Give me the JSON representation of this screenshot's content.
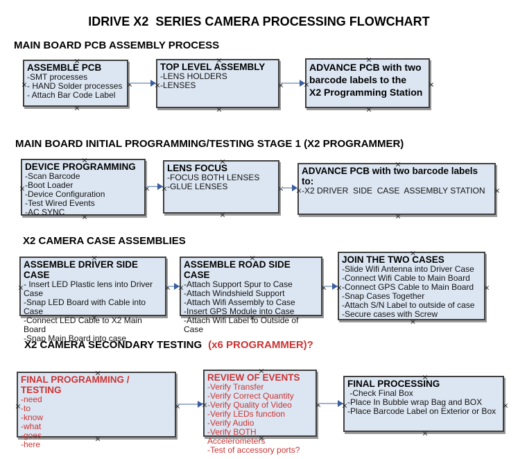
{
  "title": "IDRIVE X2  SERIES CAMERA PROCESSING FLOWCHART",
  "sections": [
    {
      "heading": "MAIN BOARD PCB ASSEMBLY PROCESS"
    },
    {
      "heading": "MAIN BOARD INITIAL PROGRAMMING/TESTING STAGE 1 (X2 PROGRAMMER)"
    },
    {
      "heading": "X2 CAMERA CASE ASSEMBLIES"
    },
    {
      "heading": "X2 CAMERA SECONDARY TESTING",
      "heading_red": "(x6 PROGRAMMER)?"
    }
  ],
  "boxes": {
    "assemble_pcb": {
      "title": "ASSEMBLE PCB",
      "items": [
        "-SMT processes",
        "- HAND Solder processes",
        "- Attach Bar Code Label"
      ]
    },
    "top_level_assembly": {
      "title": "TOP LEVEL ASSEMBLY",
      "items": [
        "-LENS HOLDERS",
        "-LENSES"
      ]
    },
    "advance_pcb_to_programming": {
      "title": "ADVANCE PCB with two\nbarcode labels to the\n X2 Programming Station",
      "items": []
    },
    "device_programming": {
      "title": "DEVICE PROGRAMMING",
      "items": [
        "-Scan Barcode",
        "-Boot Loader",
        "-Device Configuration",
        "-Test Wired Events",
        "-AC SYNC"
      ]
    },
    "lens_focus": {
      "title": "LENS FOCUS",
      "items": [
        "-FOCUS BOTH LENSES",
        "-GLUE LENSES"
      ]
    },
    "advance_pcb_to_case_assembly": {
      "title": "ADVANCE PCB with two barcode labels to:",
      "items": [
        "-X2 DRIVER  SIDE  CASE  ASSEMBLY STATION"
      ]
    },
    "assemble_driver_side_case": {
      "title": "ASSEMBLE DRIVER SIDE CASE",
      "items": [
        "- Insert LED Plastic lens into Driver Case",
        "-Snap LED Board with Cable into Case",
        "-Connect LED Cable to X2 Main Board",
        "-Snap Main Board into case"
      ]
    },
    "assemble_road_side_case": {
      "title": "ASSEMBLE ROAD SIDE CASE",
      "items": [
        "-Attach Support Spur to Case",
        "-Attach Windshield Support",
        "-Attach Wifi Assembly to Case",
        "-Insert GPS Module into Case",
        "-Attach Wifi Label to Outside of Case"
      ]
    },
    "join_the_two_cases": {
      "title": "JOIN THE TWO CASES",
      "items": [
        "-Slide Wifi Antenna into Driver Case",
        "-Connect Wifi Cable to Main Board",
        "-Connect GPS Cable to Main Board",
        "-Snap Cases Together",
        "-Attach S/N Label to outside of case",
        "-Secure cases with Screw"
      ]
    },
    "final_programming_testing": {
      "title": "FINAL PROGRAMMING / TESTING",
      "items": [
        "-need",
        "-to",
        "-know",
        "-what",
        "-goes",
        "-here"
      ]
    },
    "review_of_events": {
      "title": "REVIEW OF EVENTS",
      "items": [
        "-Verify Transfer",
        "-Verify Correct Quantity",
        "-Verify Quality of Video",
        "-Verify LEDs function",
        "-Verify Audio",
        "-Verify BOTH Accelerometers",
        "-Test of accessory ports?"
      ]
    },
    "final_processing": {
      "title": "FINAL PROCESSING",
      "items": [
        " -Check Final Box",
        "-Place In Bubble wrap Bag and BOX",
        "-Place Barcode Label on Exterior or Box"
      ]
    }
  },
  "colors": {
    "box_fill": "#dce6f2",
    "box_border": "#3f3f3f",
    "shadow": "#999999",
    "red": "#cc3333",
    "arrow_line": "#9fb4cf",
    "arrow_head": "#3a5da0",
    "connection_mark": "#1c1c1c"
  }
}
